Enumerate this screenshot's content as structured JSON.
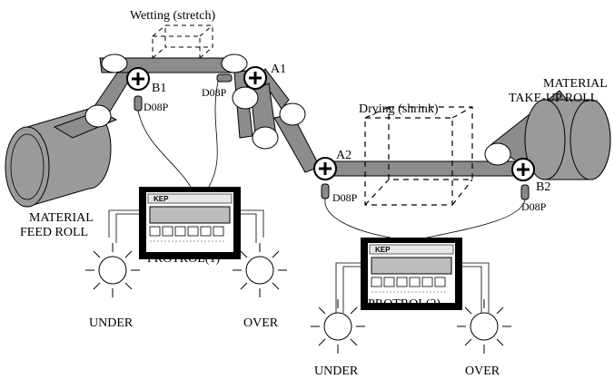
{
  "labels": {
    "wetting": "Wetting (stretch)",
    "drying": "Drying (shrink)",
    "feed_roll_line1": "MATERIAL",
    "feed_roll_line2": "FEED ROLL",
    "takeup_roll_line1": "MATERIAL",
    "takeup_roll_line2": "TAKE-UP ROLL",
    "a1": "A1",
    "a2": "A2",
    "b1": "B1",
    "b2": "B2",
    "sensor_b1": "D08P",
    "sensor_a1": "D08P",
    "sensor_a2": "D08P",
    "sensor_b2": "D08P",
    "protrol1": "PROTROL(1)",
    "protrol2": "PROTROL(2)",
    "kep_logo": "KEP",
    "under1": "UNDER",
    "over1": "OVER",
    "under2": "UNDER",
    "over2": "OVER"
  },
  "colors": {
    "web": "#8c8c8c",
    "roll": "#9a9a9a",
    "controller": "#000000",
    "display": "#bdbdbd"
  },
  "icons": {
    "sensor_points": "plus-circle-icon",
    "lamps": "lamp-icon",
    "sensors": "sensor-icon"
  }
}
